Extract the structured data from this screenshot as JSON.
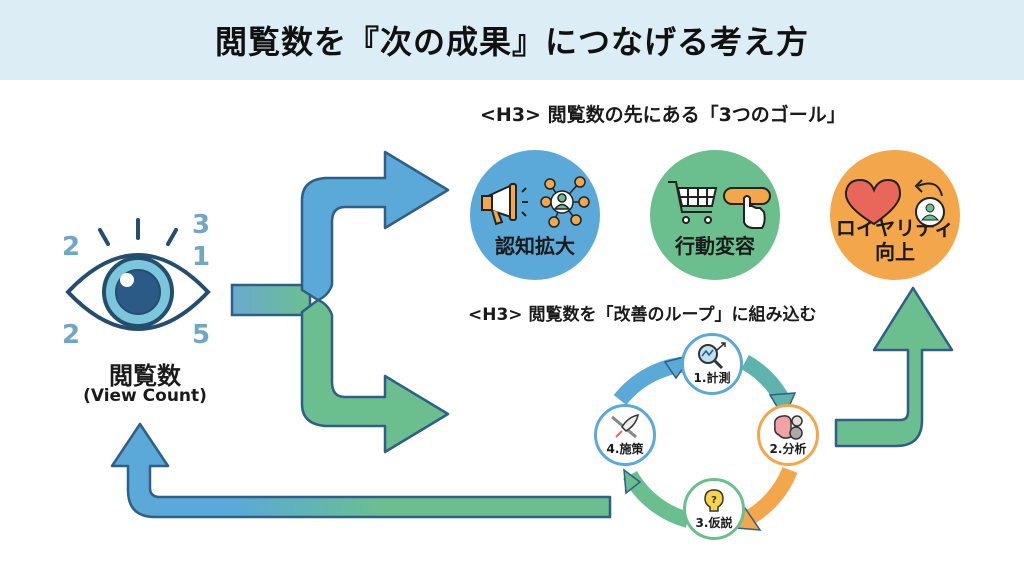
{
  "header": {
    "title": "閲覧数を『次の成果』につなげる考え方"
  },
  "view_count": {
    "title": "閲覧数",
    "subtitle": "(View Count)",
    "numbers": [
      "2",
      "3",
      "1",
      "2",
      "5"
    ],
    "icon": "eye-icon"
  },
  "goals_section": {
    "heading": "<H3> 閲覧数の先にある「3つのゴール」",
    "goals": [
      {
        "label": "認知拡大",
        "color": "#5aa9d8",
        "icons": [
          "megaphone-icon",
          "network-user-icon"
        ]
      },
      {
        "label": "行動変容",
        "color": "#6bbf8e",
        "icons": [
          "shopping-cart-icon",
          "click-button-icon"
        ]
      },
      {
        "label": "ロイヤリティ\n向上",
        "label_line1": "ロイヤリティ",
        "label_line2": "向上",
        "color": "#f3a64a",
        "icons": [
          "heart-icon",
          "returning-user-icon"
        ]
      }
    ]
  },
  "loop_section": {
    "heading": "<H3> 閲覧数を「改善のループ」に組み込む",
    "steps": [
      {
        "label": "1.計測",
        "icon": "magnifier-chart-icon",
        "color": "#5aa9d8"
      },
      {
        "label": "2.分析",
        "icon": "brain-gear-icon",
        "color": "#f3a64a"
      },
      {
        "label": "3.仮説",
        "icon": "lightbulb-question-icon",
        "color": "#6bbf8e"
      },
      {
        "label": "4.施策",
        "icon": "rocket-wrench-icon",
        "color": "#5aa9d8"
      }
    ]
  },
  "colors": {
    "blue": "#5aa9d8",
    "green": "#6bbf8e",
    "orange": "#f3a64a",
    "outline": "#2f5f86",
    "header_bg": "#dcedf6"
  }
}
